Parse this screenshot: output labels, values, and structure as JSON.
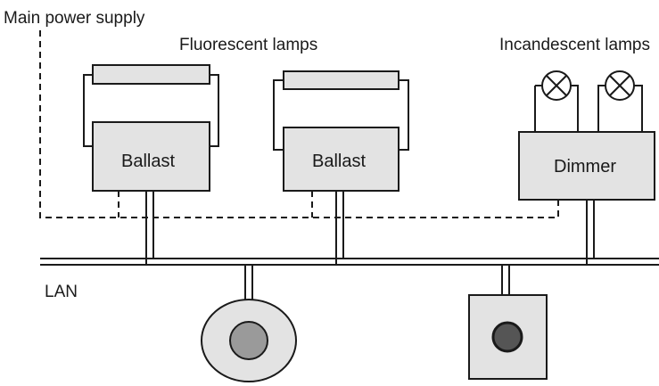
{
  "labels": {
    "main_power_supply": "Main power supply",
    "fluorescent_lamps": "Fluorescent lamps",
    "incandescent_lamps": "Incandescent lamps",
    "lan": "LAN"
  },
  "devices": {
    "ballast_1": "Ballast",
    "ballast_2": "Ballast",
    "dimmer": "Dimmer"
  },
  "colors": {
    "line": "#1a1a1a",
    "device_fill": "#e3e3e3",
    "sensor_inner": "#9a9a9a",
    "button_inner": "#555555"
  }
}
